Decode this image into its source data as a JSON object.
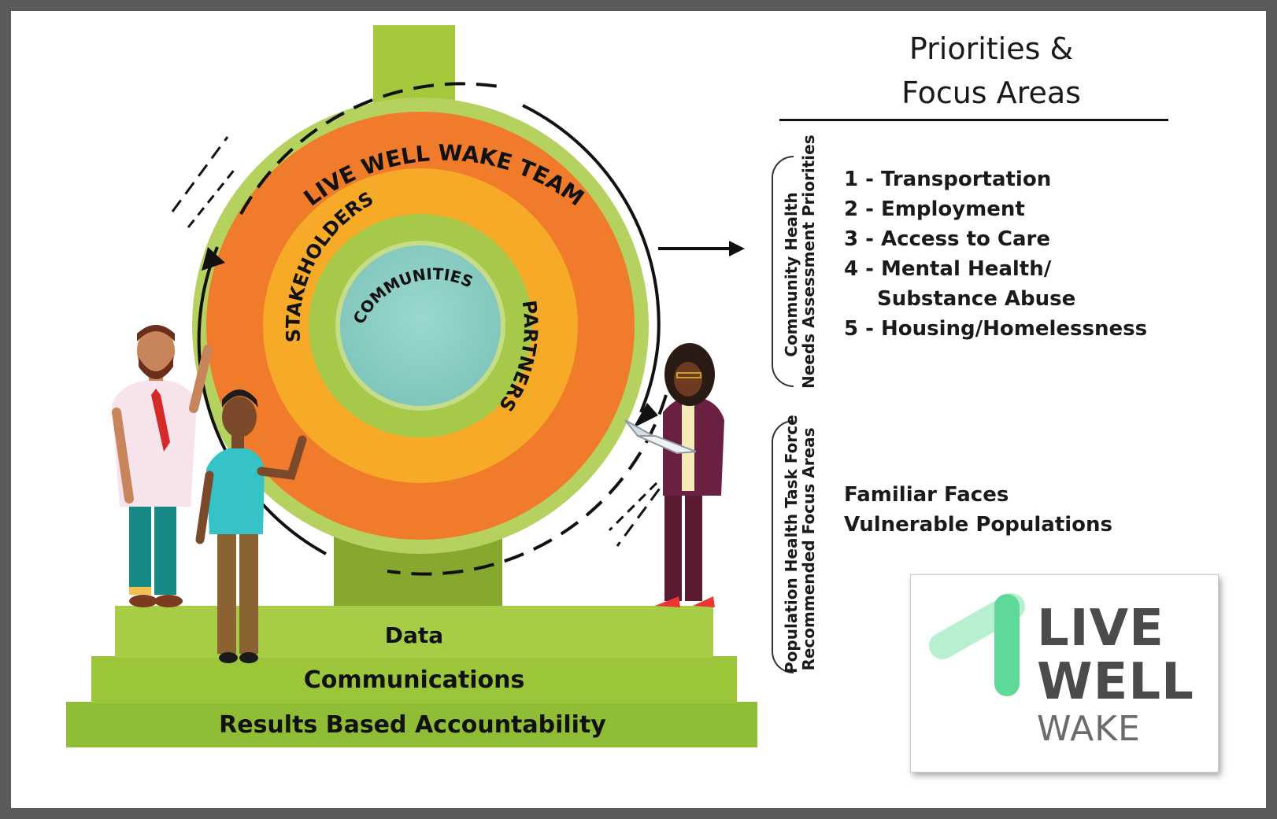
{
  "header": {
    "title_line1": "Priorities &",
    "title_line2": "Focus Areas"
  },
  "circle": {
    "outer_ring": "LIVE WELL WAKE TEAM",
    "middle_left": "STAKEHOLDERS",
    "middle_right": "PARTNERS",
    "inner": "COMMUNITIES"
  },
  "steps": {
    "top": "Data",
    "middle": "Communications",
    "bottom": "Results Based Accountability"
  },
  "chna": {
    "label_line1": "Community Health",
    "label_line2": "Needs Assessment Priorities",
    "items": [
      "1 - Transportation",
      "2 - Employment",
      "3 - Access to Care",
      "4 - Mental Health/",
      "Substance Abuse",
      "5 - Housing/Homelessness"
    ]
  },
  "phtf": {
    "label_line1": "Population Health Task Force",
    "label_line2": "Recommended Focus Areas",
    "items": [
      "Familiar Faces",
      "Vulnerable Populations"
    ]
  },
  "logo": {
    "line1": "LIVE",
    "line2": "WELL",
    "line3": "WAKE",
    "mark_color": "#5fd99a",
    "mark_light": "#b7f0cf"
  },
  "colors": {
    "green": "#9cc63a",
    "dark_green": "#7e9f2a",
    "orange": "#f07b2a",
    "yellow": "#f7a928",
    "light_green": "#a6c94a",
    "teal": "#8ecfc5"
  }
}
